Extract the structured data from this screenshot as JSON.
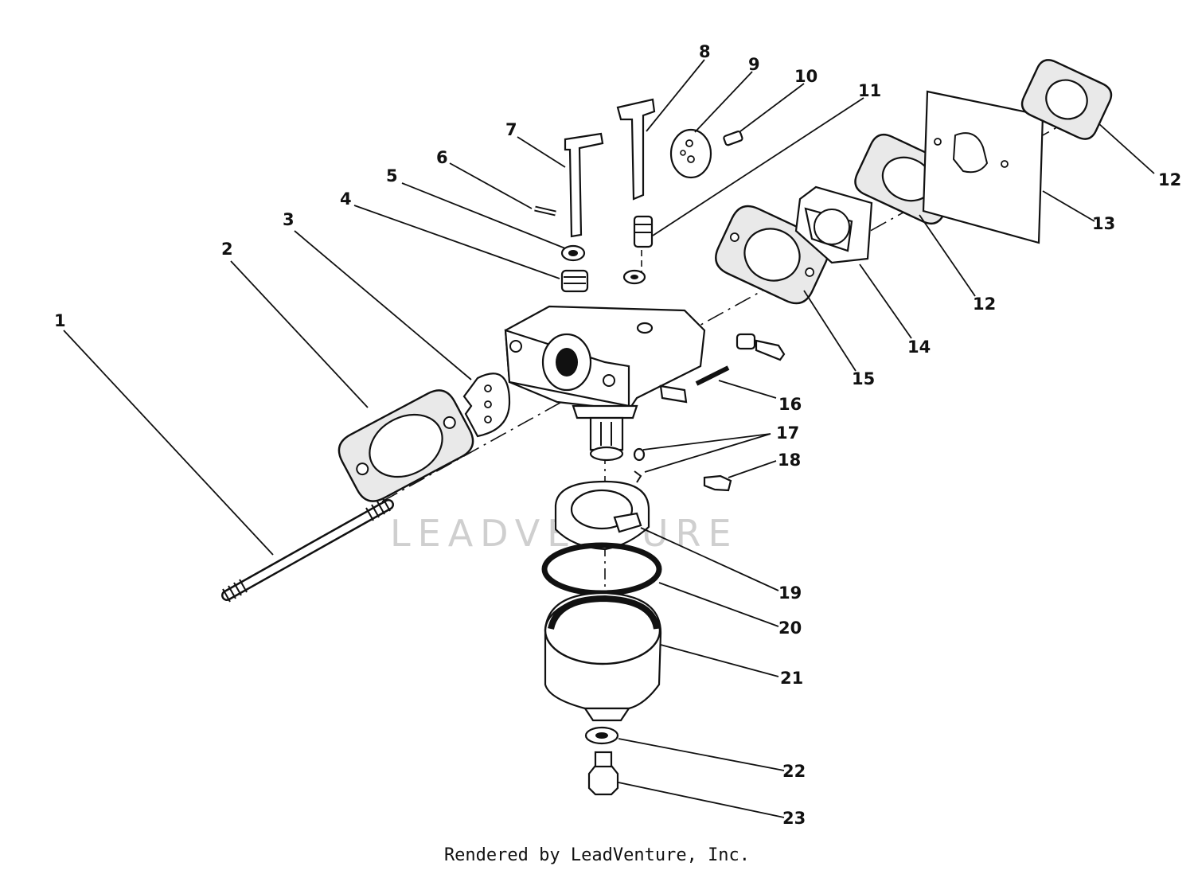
{
  "diagram": {
    "callouts": {
      "c1": "1",
      "c2": "2",
      "c3": "3",
      "c4": "4",
      "c5": "5",
      "c6": "6",
      "c7": "7",
      "c8": "8",
      "c9": "9",
      "c10": "10",
      "c11": "11",
      "c12a": "12",
      "c12b": "12",
      "c13": "13",
      "c14": "14",
      "c15": "15",
      "c16": "16",
      "c17": "17",
      "c18": "18",
      "c19": "19",
      "c20": "20",
      "c21": "21",
      "c22": "22",
      "c23": "23"
    },
    "watermark": "LEADVENTURE"
  },
  "footer": {
    "credit": "Rendered by LeadVenture, Inc."
  }
}
